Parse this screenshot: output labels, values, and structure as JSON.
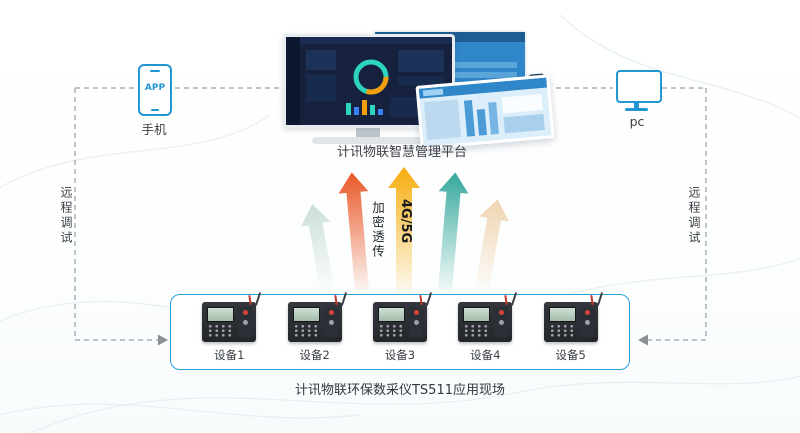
{
  "platform": {
    "label": "计讯物联智慧管理平台"
  },
  "phone": {
    "app_label": "APP",
    "label": "手机"
  },
  "pc": {
    "label": "pc"
  },
  "remote_debug": {
    "left": "远程调试",
    "right": "远程调试"
  },
  "uplink": {
    "encrypted_label": "加密透传",
    "network_label": "4G/5G",
    "arrow_colors": [
      "#c9ddd6",
      "#e84e1b",
      "#f6a800",
      "#2aa396",
      "#eed2ac"
    ]
  },
  "site": {
    "devices": [
      {
        "label": "设备1"
      },
      {
        "label": "设备2"
      },
      {
        "label": "设备3"
      },
      {
        "label": "设备4"
      },
      {
        "label": "设备5"
      }
    ],
    "caption": "计讯物联环保数采仪TS511应用现场"
  },
  "colors": {
    "accent_blue": "#2196d3",
    "dash_gray": "#a9b0b6",
    "text_dark": "#3a3f45"
  }
}
